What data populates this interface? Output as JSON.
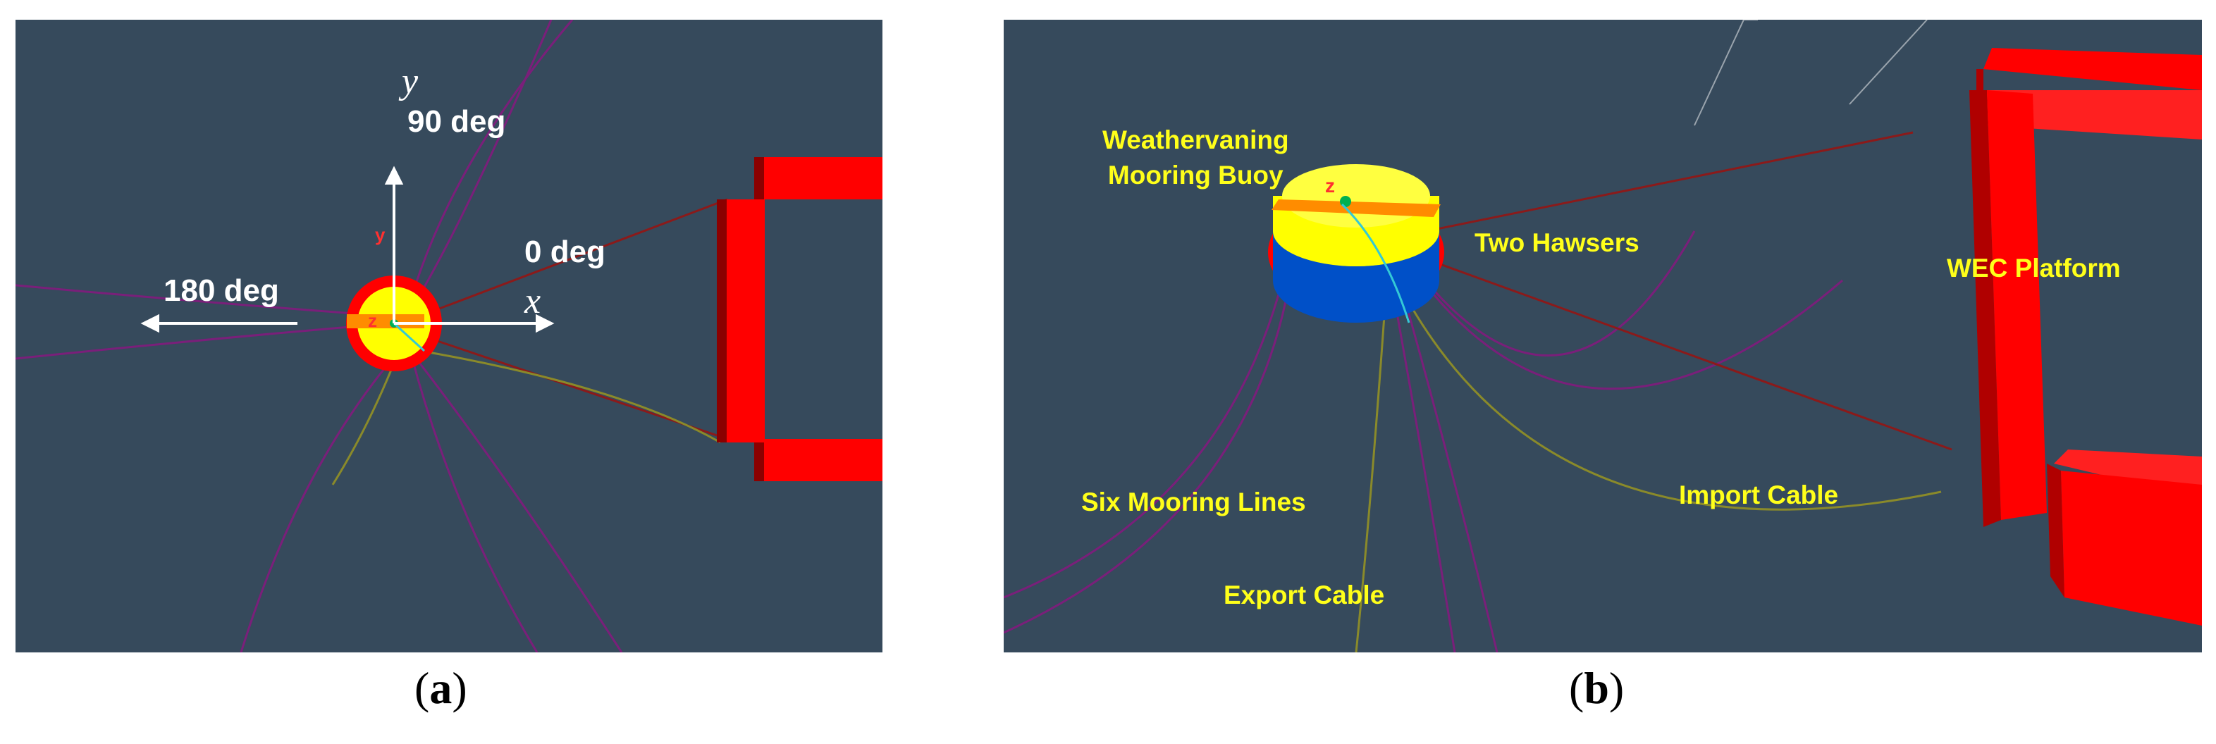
{
  "panel_a": {
    "labels": {
      "y_axis": "y",
      "x_axis": "x",
      "deg_90": "90 deg",
      "deg_0": "0 deg",
      "deg_180": "180 deg",
      "small_y": "y",
      "small_z": "z"
    },
    "caption": {
      "open": "(",
      "letter": "a",
      "close": ")"
    }
  },
  "panel_b": {
    "labels": {
      "buoy_line1": "Weathervaning",
      "buoy_line2": "Mooring Buoy",
      "hawsers": "Two Hawsers",
      "platform": "WEC Platform",
      "mooring": "Six Mooring Lines",
      "import": "Import Cable",
      "export": "Export Cable",
      "small_z": "z"
    },
    "caption": {
      "open": "(",
      "letter": "b",
      "close": ")"
    }
  },
  "colors": {
    "background": "#364a5c",
    "mooring_line": "#7a1f7a",
    "hawser": "#8b1a1a",
    "cable": "#8a8a2a",
    "platform": "#ff0000",
    "buoy_top": "#ffff00",
    "buoy_ring": "#ff0000",
    "buoy_side": "#0050c8",
    "label_yellow": "#ffff1a"
  }
}
